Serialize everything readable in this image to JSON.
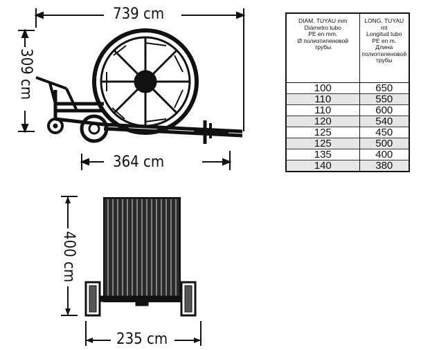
{
  "dimensions": {
    "length": "739 cm",
    "height": "309 cm",
    "axle": "364 cm",
    "depth": "400 cm",
    "width": "235 cm"
  },
  "table": {
    "headers": [
      "DIAM. TUYAU mm\nDiámetro tubo\nPE en mm.\nØ полиэтиленовой\nтрубы",
      "LONG. TUYAU mt\nLongitud tubo\nPE en m.\nДлина\nполиэтиленовой\nтрубы"
    ],
    "rows": [
      [
        "100",
        "650"
      ],
      [
        "110",
        "550"
      ],
      [
        "110",
        "600"
      ],
      [
        "120",
        "540"
      ],
      [
        "125",
        "450"
      ],
      [
        "125",
        "500"
      ],
      [
        "135",
        "400"
      ],
      [
        "140",
        "380"
      ]
    ],
    "shade_color": "#e6e6e6"
  }
}
